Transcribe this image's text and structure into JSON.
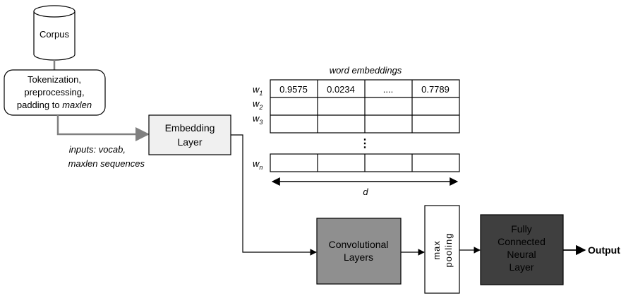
{
  "colors": {
    "embedding_fill": "#f0f0f0",
    "conv_fill": "#8f8f8f",
    "conv_text": "#ffffff",
    "dense_fill": "#3f3f3f",
    "dense_text": "#ffffff",
    "stroke": "#000000",
    "arrow_gray": "#808080"
  },
  "corpus": {
    "label": "Corpus",
    "icon": "cylinder-database-icon"
  },
  "preprocess": {
    "line1": "Tokenization,",
    "line2": "preprocessing,",
    "line3_prefix": "padding to ",
    "line3_italic": "maxlen"
  },
  "inputs_note": {
    "line1": "inputs: vocab,",
    "line2": "maxlen sequences"
  },
  "embedding_layer": {
    "line1": "Embedding",
    "line2": "Layer"
  },
  "embeddings_table": {
    "title": "word embeddings",
    "rows": [
      {
        "word": "w",
        "sub": "1",
        "values": [
          "0.9575",
          "0.0234",
          "....",
          "0.7789"
        ]
      },
      {
        "word": "w",
        "sub": "2",
        "values": [
          "",
          "",
          "",
          ""
        ]
      },
      {
        "word": "w",
        "sub": "3",
        "values": [
          "",
          "",
          "",
          ""
        ]
      }
    ],
    "ellipsis": "⋮",
    "last_row": {
      "word": "w",
      "sub": "n",
      "values": [
        "",
        "",
        "",
        ""
      ]
    },
    "dimension_label": "d"
  },
  "conv_layers": {
    "line1": "Convolutional",
    "line2": "Layers"
  },
  "max_pooling": {
    "line1": "max",
    "line2": "pooling"
  },
  "dense_layer": {
    "line1": "Fully",
    "line2": "Connected",
    "line3": "Neural",
    "line4": "Layer"
  },
  "output": {
    "label": "Output"
  }
}
